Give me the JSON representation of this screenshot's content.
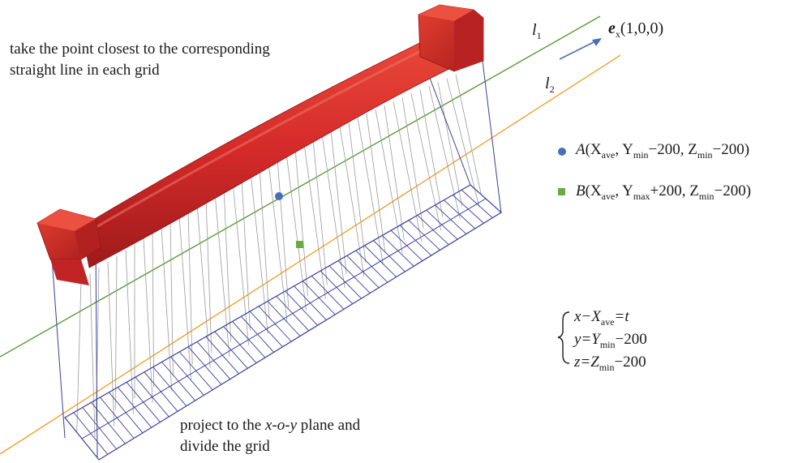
{
  "captions": {
    "top_line1": "take the point closest to the corresponding",
    "top_line2": "straight line in each grid",
    "bottom_line1_pre": "project to the ",
    "bottom_line1_ital": "x-o-y",
    "bottom_line1_post": " plane and",
    "bottom_line2": "divide the grid"
  },
  "lines": {
    "l1": {
      "letter": "l",
      "sub": "1",
      "color": "#5a9a3a"
    },
    "l2": {
      "letter": "l",
      "sub": "2",
      "color": "#f0a030"
    }
  },
  "direction": {
    "vec": "e",
    "sub": "x",
    "value": "(1,0,0)",
    "color": "#4a6fb5"
  },
  "points": {
    "A": {
      "name": "A",
      "color": "#4a6fb5",
      "p1": "(X",
      "s1": "ave",
      "p2": ", Y",
      "s2": "min",
      "p3": "−200, Z",
      "s3": "min",
      "p4": "−200)"
    },
    "B": {
      "name": "B",
      "color": "#6aaa40",
      "p1": "(X",
      "s1": "ave",
      "p2": ", Y",
      "s2": "max",
      "p3": "+200, Z",
      "s3": "min",
      "p4": "−200)"
    }
  },
  "equation": {
    "row1_a": "x−X",
    "row1_sub": "ave",
    "row1_b": "=t",
    "row2_a": "y=Y",
    "row2_sub": "min",
    "row2_b": "−200",
    "row3_a": "z=Z",
    "row3_sub": "min",
    "row3_b": "−200"
  },
  "colors": {
    "beam": "#d42a2a",
    "beam_dark": "#a41a1a",
    "grid": "#3a3f9a",
    "connector": "#9a9a9a"
  }
}
